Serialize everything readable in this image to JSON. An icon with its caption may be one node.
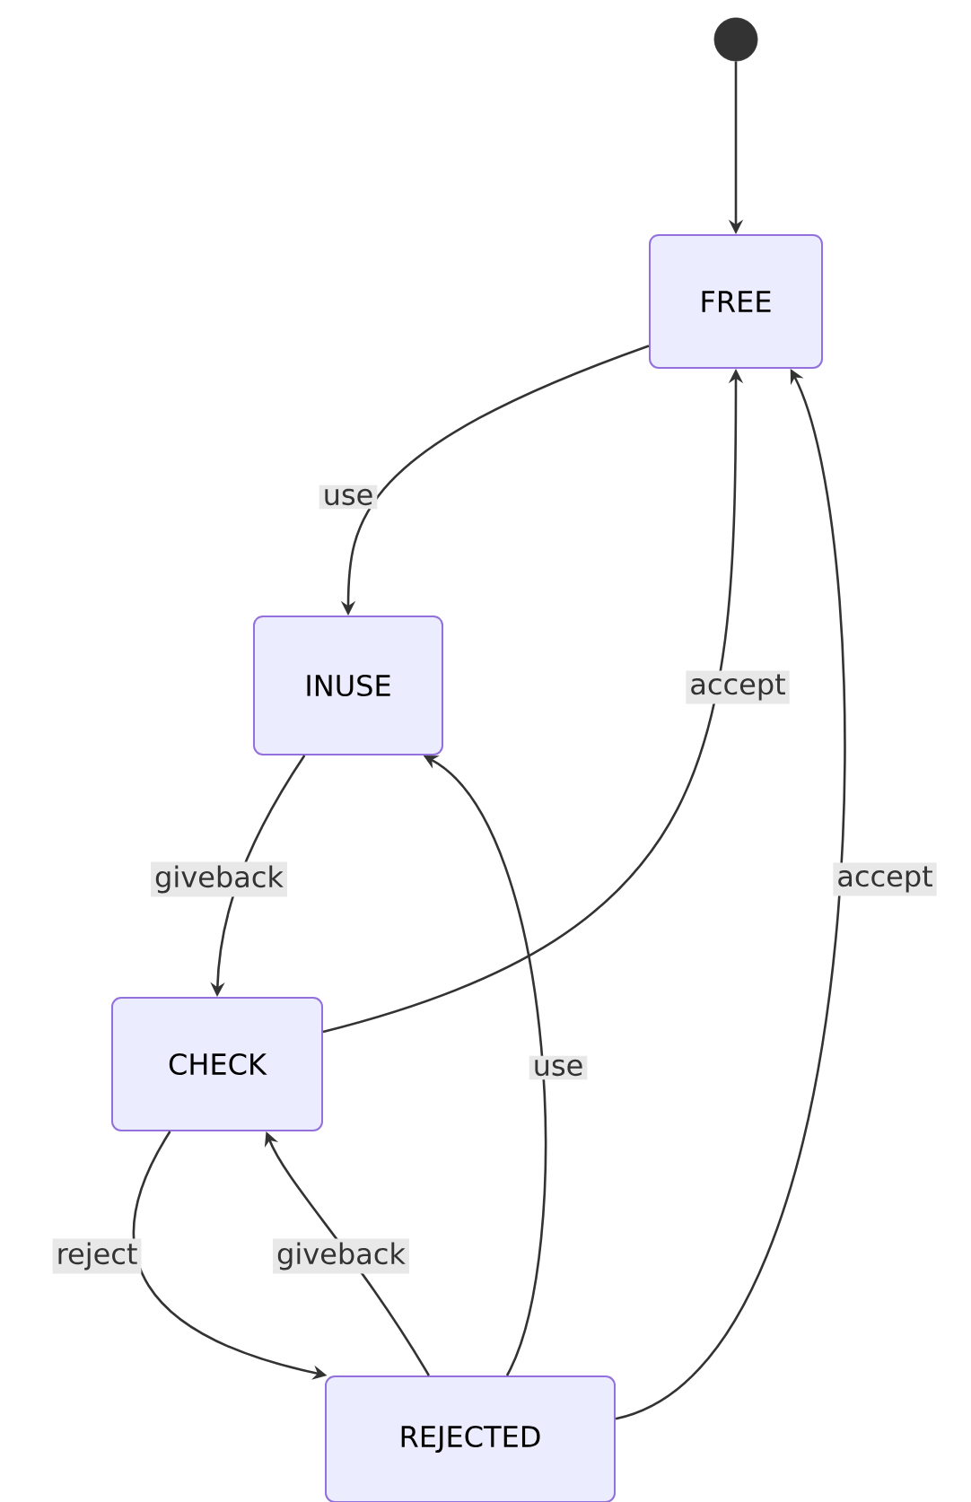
{
  "diagram": {
    "nodes": [
      {
        "text": [],
        "shape": "circle"
      },
      {
        "text": [
          "FREE"
        ]
      },
      {
        "text": [
          "INUSE"
        ]
      },
      {
        "text": [
          "CHECK"
        ]
      },
      {
        "text": [
          "REJECTED"
        ]
      }
    ],
    "edges": [
      {
        "from": 0,
        "to": 1,
        "arrow": "to"
      },
      {
        "from": 1,
        "to": 2,
        "arrow": "to",
        "label": "use"
      },
      {
        "from": 2,
        "to": 3,
        "arrow": "to",
        "label": "giveback"
      },
      {
        "from": 3,
        "to": 1,
        "arrow": "to",
        "label": "accept"
      },
      {
        "from": 3,
        "to": 4,
        "arrow": "to",
        "label": "reject"
      },
      {
        "from": 4,
        "to": 3,
        "arrow": "to",
        "label": "giveback"
      },
      {
        "from": 4,
        "to": 2,
        "arrow": "to",
        "label": "use"
      },
      {
        "from": 4,
        "to": 1,
        "arrow": "to",
        "label": "accept"
      }
    ]
  }
}
